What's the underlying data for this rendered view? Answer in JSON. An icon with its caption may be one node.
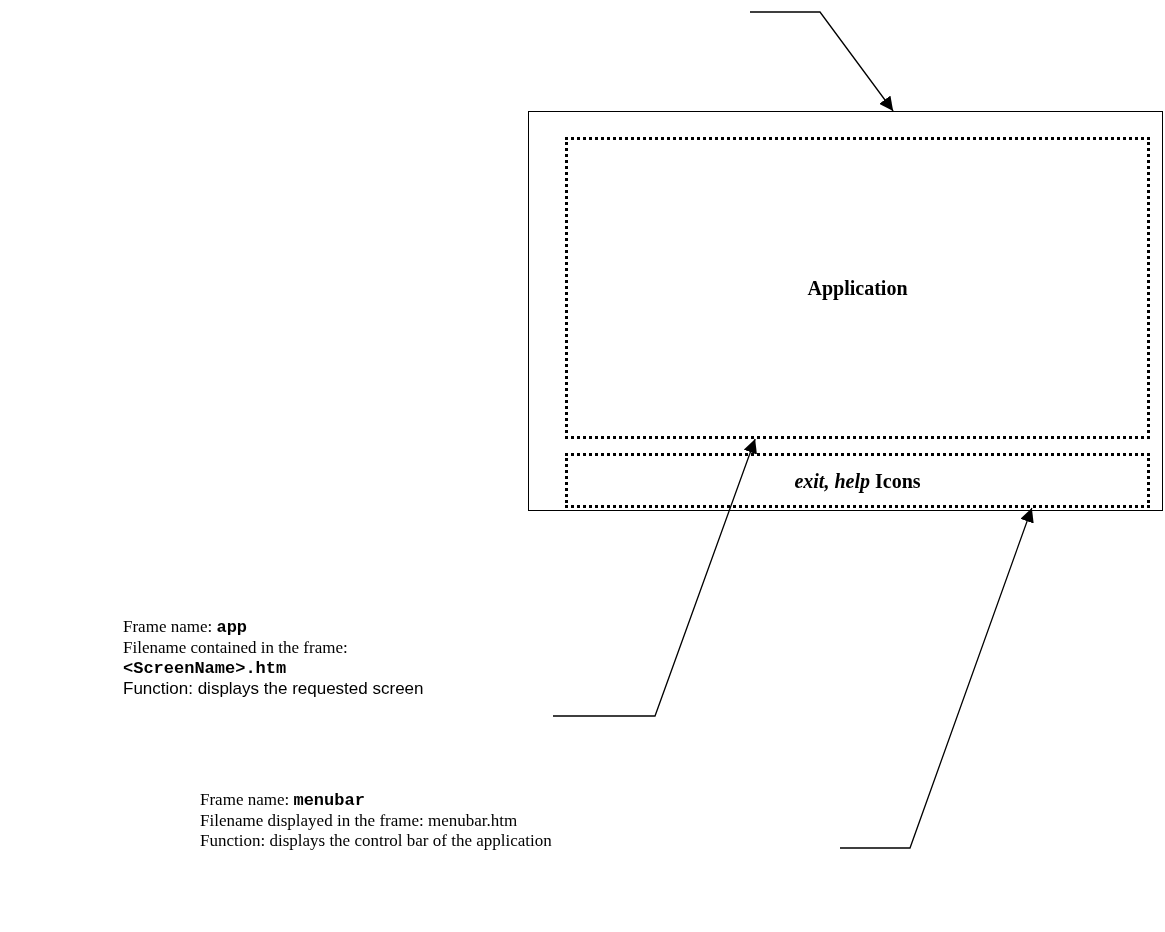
{
  "diagram": {
    "nodes": [
      {
        "text": [],
        "shape": "box"
      },
      {
        "text": [
          "Application"
        ],
        "in": 0
      },
      {
        "text": [
          "*exit, help* Icons"
        ],
        "in": 0
      },
      {
        "text": [
          "Frame name: **app**",
          "Filename contained in the frame: **<ScreenName>.htm**",
          "Function: displays the requested screen"
        ]
      },
      {
        "text": [
          "Frame name: **menubar**",
          "Filename displayed in the frame: menubar.htm",
          "Function: displays the control bar of the application"
        ]
      }
    ],
    "edges": [
      {
        "from": null,
        "to": 0,
        "arrow": "to"
      },
      {
        "from": null,
        "to": 1,
        "arrow": "to"
      },
      {
        "from": null,
        "to": 2,
        "arrow": "to"
      }
    ]
  }
}
